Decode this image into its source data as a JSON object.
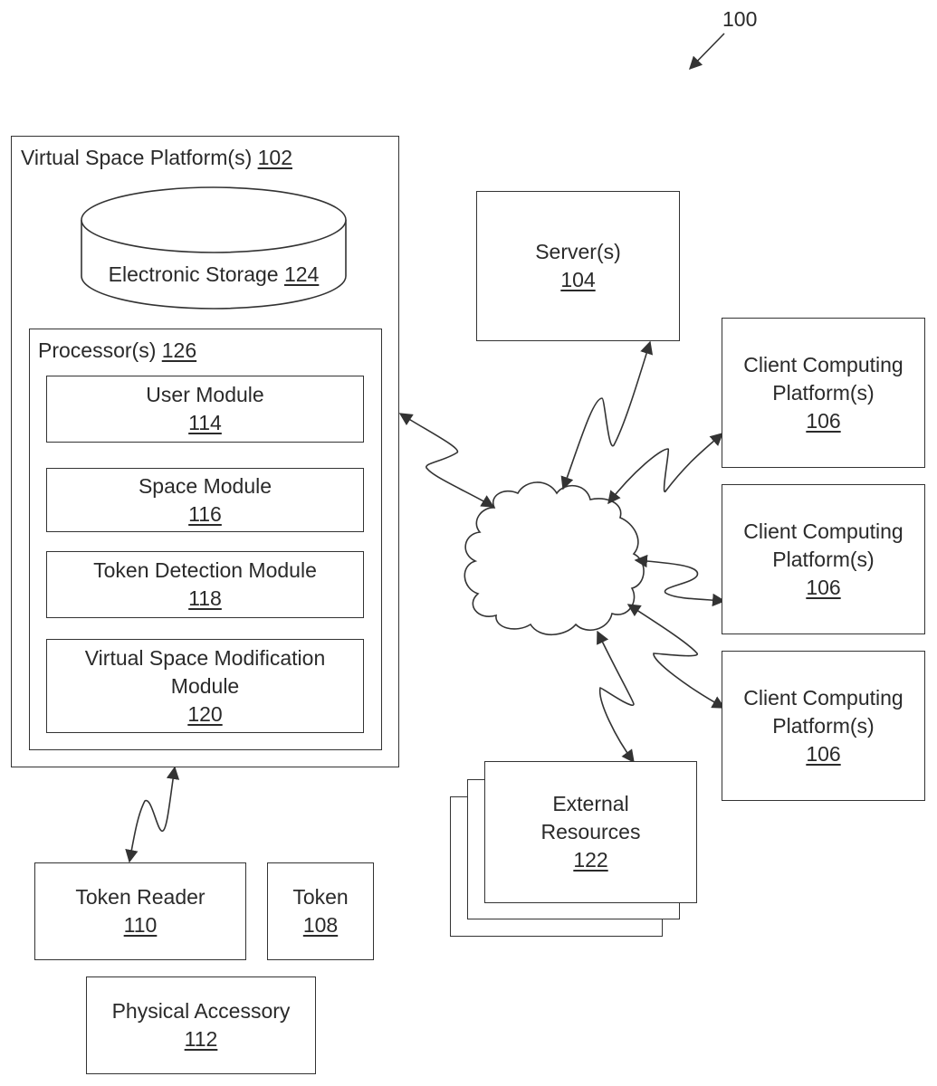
{
  "figure_ref": "100",
  "platform": {
    "title": "Virtual Space Platform(s)",
    "ref": "102"
  },
  "storage": {
    "title": "Electronic Storage",
    "ref": "124"
  },
  "processor": {
    "title": "Processor(s)",
    "ref": "126"
  },
  "modules": [
    {
      "line1": "User Module",
      "line2": "",
      "ref": "114"
    },
    {
      "line1": "Space Module",
      "line2": "",
      "ref": "116"
    },
    {
      "line1": "Token Detection Module",
      "line2": "",
      "ref": "118"
    },
    {
      "line1": "Virtual Space Modification",
      "line2": "Module",
      "ref": "120"
    }
  ],
  "server": {
    "title": "Server(s)",
    "ref": "104"
  },
  "clients": [
    {
      "line1": "Client Computing",
      "line2": "Platform(s)",
      "ref": "106"
    },
    {
      "line1": "Client Computing",
      "line2": "Platform(s)",
      "ref": "106"
    },
    {
      "line1": "Client Computing",
      "line2": "Platform(s)",
      "ref": "106"
    }
  ],
  "external": {
    "line1": "External",
    "line2": "Resources",
    "ref": "122"
  },
  "token_reader": {
    "title": "Token Reader",
    "ref": "110"
  },
  "token": {
    "title": "Token",
    "ref": "108"
  },
  "accessory": {
    "title": "Physical Accessory",
    "ref": "112"
  }
}
